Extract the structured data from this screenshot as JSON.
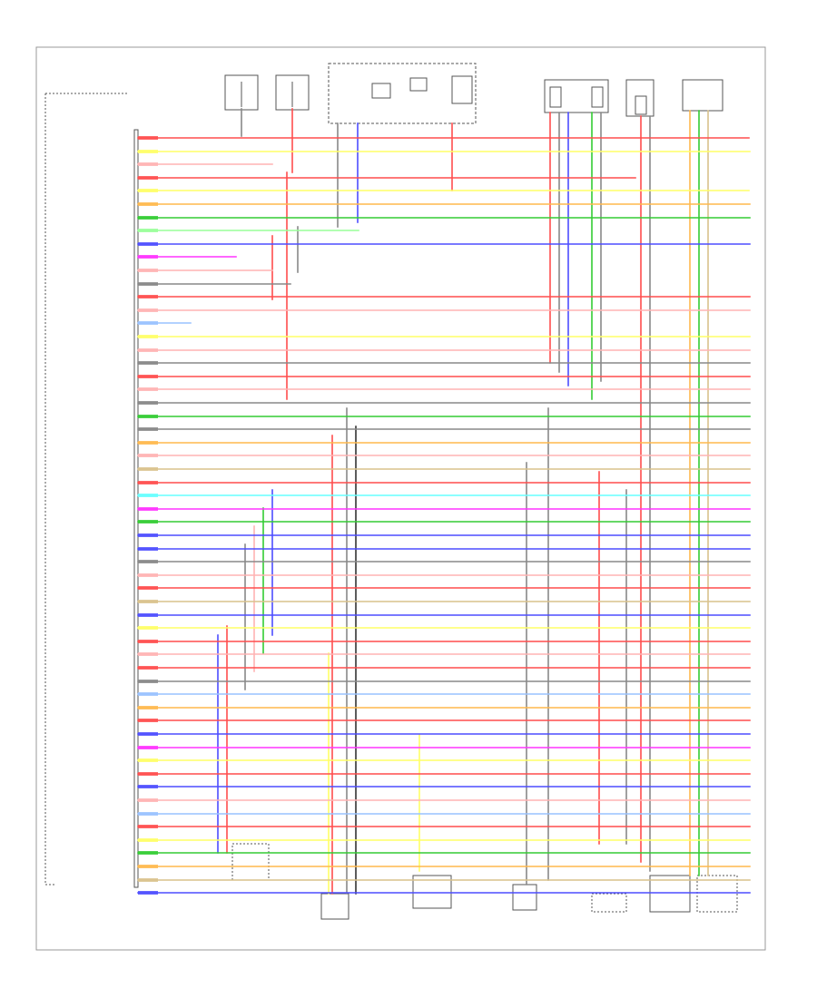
{
  "colors": {
    "red": "#ff4d4d",
    "pink": "#ffb3b3",
    "blue": "#4d4dff",
    "light_blue": "#99c2ff",
    "green": "#33cc33",
    "light_green": "#99ff99",
    "yellow": "#ffff66",
    "gray": "#888888",
    "black": "#333333",
    "magenta": "#ff33ff",
    "cyan": "#66ffff",
    "orange": "#ffb84d",
    "tan": "#d9c28c",
    "frame": "#999999"
  },
  "wire_colors": [
    "red",
    "yellow",
    "pink",
    "red",
    "yellow",
    "orange",
    "green",
    "light_green",
    "blue",
    "magenta",
    "pink",
    "gray",
    "red",
    "pink",
    "light_blue",
    "yellow",
    "pink",
    "gray",
    "red",
    "pink",
    "gray",
    "green",
    "gray",
    "orange",
    "pink",
    "tan",
    "red",
    "cyan",
    "magenta",
    "green",
    "blue",
    "blue",
    "gray",
    "pink",
    "red",
    "tan",
    "blue",
    "yellow",
    "red",
    "pink",
    "red",
    "gray",
    "light_blue",
    "orange",
    "red",
    "blue",
    "magenta",
    "yellow",
    "red",
    "blue",
    "pink",
    "light_blue",
    "red",
    "yellow",
    "green",
    "orange",
    "tan",
    "blue"
  ]
}
